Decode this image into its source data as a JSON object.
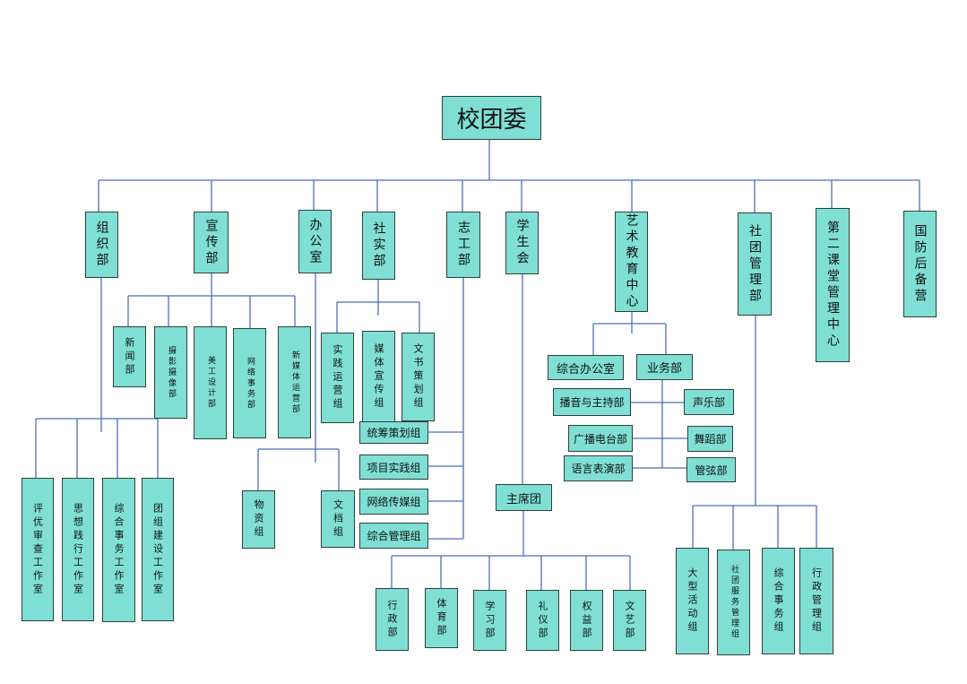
{
  "root": "校团委",
  "departments": {
    "zuzhi": "组织部",
    "xuanchuan": "宣传部",
    "bangongshi": "办公室",
    "shijian": "社实部",
    "zhigong": "志工部",
    "xueshenghui": "学生会",
    "yishu": "艺术教育中心",
    "shetuan": "社团管理部",
    "dierketang": "第二课堂管理中心",
    "guofang": "国防后备营"
  },
  "zuzhi_sub": [
    "评优审查工作室",
    "思想践行工作室",
    "综合事务工作室",
    "团组建设工作室"
  ],
  "xuanchuan_sub": [
    "新闻部",
    "摄影摄像部",
    "美工设计部",
    "网络事务部",
    "新媒体运营部"
  ],
  "bangongshi_sub": [
    "物资组",
    "文档组"
  ],
  "shijian_sub": [
    "实践运营组",
    "媒体宣传组",
    "文书策划组"
  ],
  "zhigong_sub": [
    "统筹策划组",
    "项目实践组",
    "网络传媒组",
    "综合管理组"
  ],
  "xueshenghui_sub": {
    "presidium": "主席团",
    "depts": [
      "行政部",
      "体育部",
      "学习部",
      "礼仪部",
      "权益部",
      "文艺部"
    ]
  },
  "yishu_sub": {
    "office": "综合办公室",
    "business": "业务部",
    "left": [
      "播音与主持部",
      "广播电台部",
      "语言表演部"
    ],
    "right": [
      "声乐部",
      "舞蹈部",
      "管弦部"
    ]
  },
  "shetuan_sub": [
    "大型活动组",
    "社团服务管理组",
    "综合事务组",
    "行政管理组"
  ]
}
